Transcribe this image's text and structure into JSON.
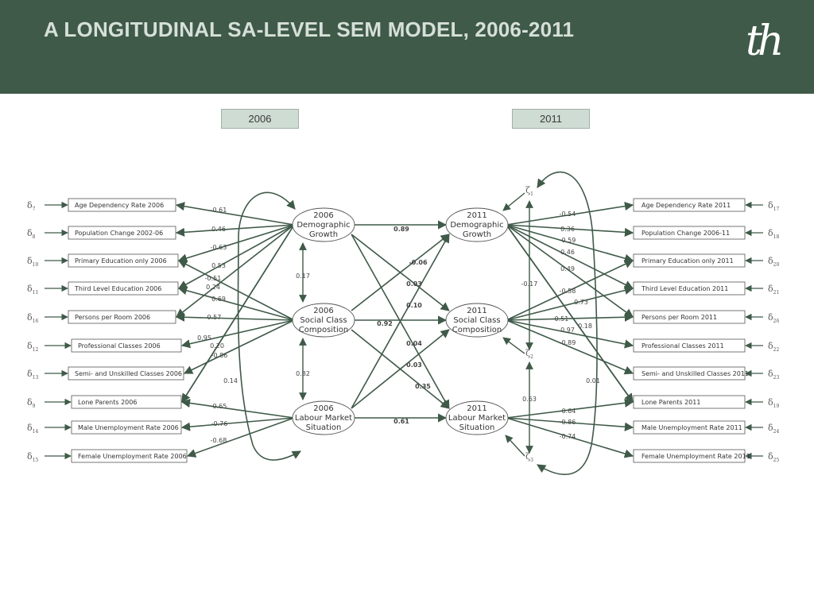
{
  "header": {
    "title": "A LONGITUDINAL SA-LEVEL SEM MODEL, 2006-2011",
    "logo": "th",
    "bg_color": "#3f5a48"
  },
  "years": {
    "left": "2006",
    "right": "2011"
  },
  "indicators_2006": [
    {
      "label": "Age Dependency Rate 2006",
      "error": "7"
    },
    {
      "label": "Population Change 2002-06",
      "error": "8"
    },
    {
      "label": "Primary Education only 2006",
      "error": "10"
    },
    {
      "label": "Third Level Education 2006",
      "error": "11"
    },
    {
      "label": "Persons per Room 2006",
      "error": "16"
    },
    {
      "label": "Professional Classes 2006",
      "error": "12"
    },
    {
      "label": "Semi- and Unskilled Classes 2006",
      "error": "13"
    },
    {
      "label": "Lone Parents 2006",
      "error": "9"
    },
    {
      "label": "Male Unemployment Rate 2006",
      "error": "14"
    },
    {
      "label": "Female Unemployment Rate 2006",
      "error": "15"
    }
  ],
  "indicators_2011": [
    {
      "label": "Age Dependency Rate 2011",
      "error": "17"
    },
    {
      "label": "Population Change 2006-11",
      "error": "18"
    },
    {
      "label": "Primary Education only 2011",
      "error": "20"
    },
    {
      "label": "Third Level Education 2011",
      "error": "21"
    },
    {
      "label": "Persons per Room 2011",
      "error": "26"
    },
    {
      "label": "Professional Classes 2011",
      "error": "22"
    },
    {
      "label": "Semi- and Unskilled Classes 2011",
      "error": "23"
    },
    {
      "label": "Lone Parents 2011",
      "error": "19"
    },
    {
      "label": "Male Unemployment Rate 2011",
      "error": "24"
    },
    {
      "label": "Female Unemployment Rate 2011",
      "error": "25"
    }
  ],
  "latents_2006": [
    {
      "lines": [
        "2006",
        "Demographic",
        "Growth"
      ]
    },
    {
      "lines": [
        "2006",
        "Social Class",
        "Composition"
      ]
    },
    {
      "lines": [
        "2006",
        "Labour Market",
        "Situation"
      ]
    }
  ],
  "latents_2011": [
    {
      "lines": [
        "2011",
        "Demographic",
        "Growth"
      ]
    },
    {
      "lines": [
        "2011",
        "Social Class",
        "Composition"
      ]
    },
    {
      "lines": [
        "2011",
        "Labour Market",
        "Situation"
      ]
    }
  ],
  "disturbances": [
    "1",
    "2",
    "3"
  ],
  "coefficients": {
    "loadings_2006": [
      "-0.61",
      "0.46",
      "-0.63",
      "0.53",
      "-0.51",
      "0.24",
      "0.69",
      "-0.57",
      "0.95",
      "0.20",
      "-0.86",
      "0.14",
      "-0.65",
      "-0.76",
      "-0.68"
    ],
    "loadings_2011": [
      "-0.54",
      "0.36",
      "-0.59",
      "0.46",
      "0.49",
      "-0.58",
      "0.73",
      "-0.51",
      "0.18",
      "0.97",
      "-0.89",
      "0.01",
      "-0.64",
      "-0.86",
      "-0.74"
    ],
    "structural": {
      "dg_dg": "0.89",
      "sc_sc": "0.92",
      "lm_lm": "0.61",
      "dg_sc": "0.03",
      "dg_lm": "0.04",
      "sc_dg": "-0.06",
      "sc_lm": "0.35",
      "lm_dg": "0.10",
      "lm_sc": "0.03"
    },
    "correlations_2006": [
      "0.17",
      "0.82"
    ],
    "correlations_2011": [
      "-0.17",
      "0.63"
    ]
  }
}
